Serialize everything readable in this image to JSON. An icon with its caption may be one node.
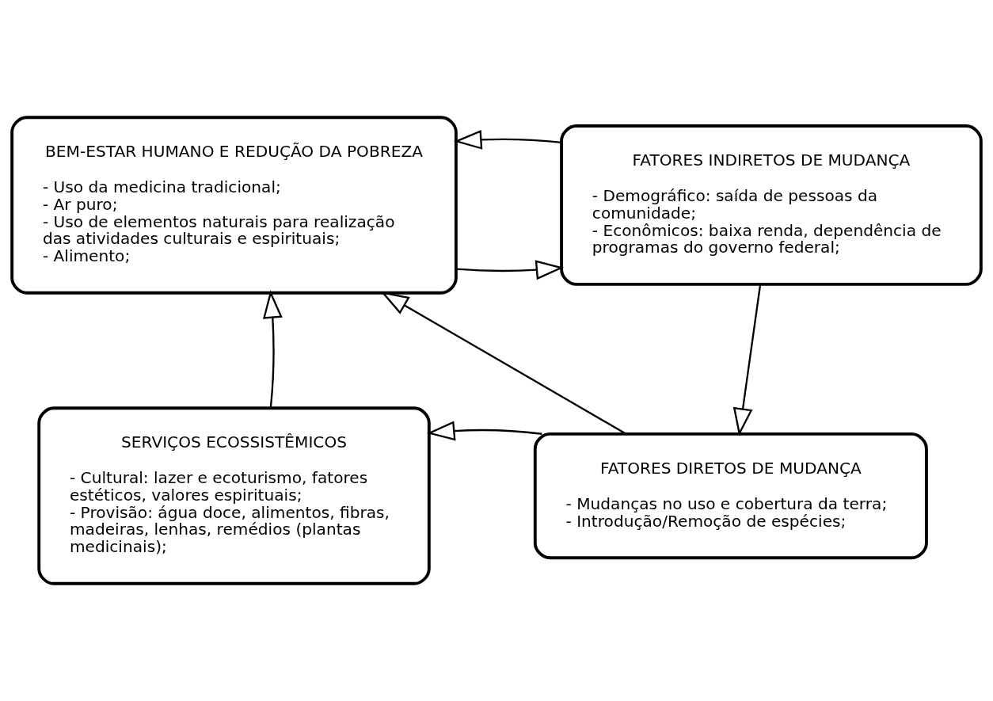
{
  "diagram": {
    "nodes": [
      {
        "text": [
          "BEM-ESTAR HUMANO E REDUÇÃO DA POBREZA",
          "- Uso da medicina tradicional; - Ar puro; - Uso de elementos naturais para realização das atividades culturais e espirituais; - Alimento;"
        ]
      },
      {
        "text": [
          "FATORES INDIRETOS DE MUDANÇA",
          "- Demográfico: saída de pessoas da comunidade; - Econômicos: baixa renda, dependência de programas do governo federal;"
        ]
      },
      {
        "text": [
          "SERVIÇOS ECOSSISTÊMICOS",
          "- Cultural: lazer e ecoturismo, fatores estéticos, valores espirituais; - Provisão: água doce, alimentos, fibras, madeiras, lenhas, remédios (plantas medicinais);"
        ]
      },
      {
        "text": [
          "FATORES DIRETOS DE MUDANÇA",
          "- Mudanças no uso e cobertura da terra; - Introdução/Remoção de espécies;"
        ]
      }
    ],
    "edges": [
      {
        "from": 0,
        "to": 1,
        "arrow": "to"
      },
      {
        "from": 1,
        "to": 0,
        "arrow": "to"
      },
      {
        "from": 1,
        "to": 3,
        "arrow": "to"
      },
      {
        "from": 3,
        "to": 2,
        "arrow": "to"
      },
      {
        "from": 2,
        "to": 0,
        "arrow": "to"
      },
      {
        "from": 3,
        "to": 0,
        "arrow": "to"
      }
    ]
  }
}
